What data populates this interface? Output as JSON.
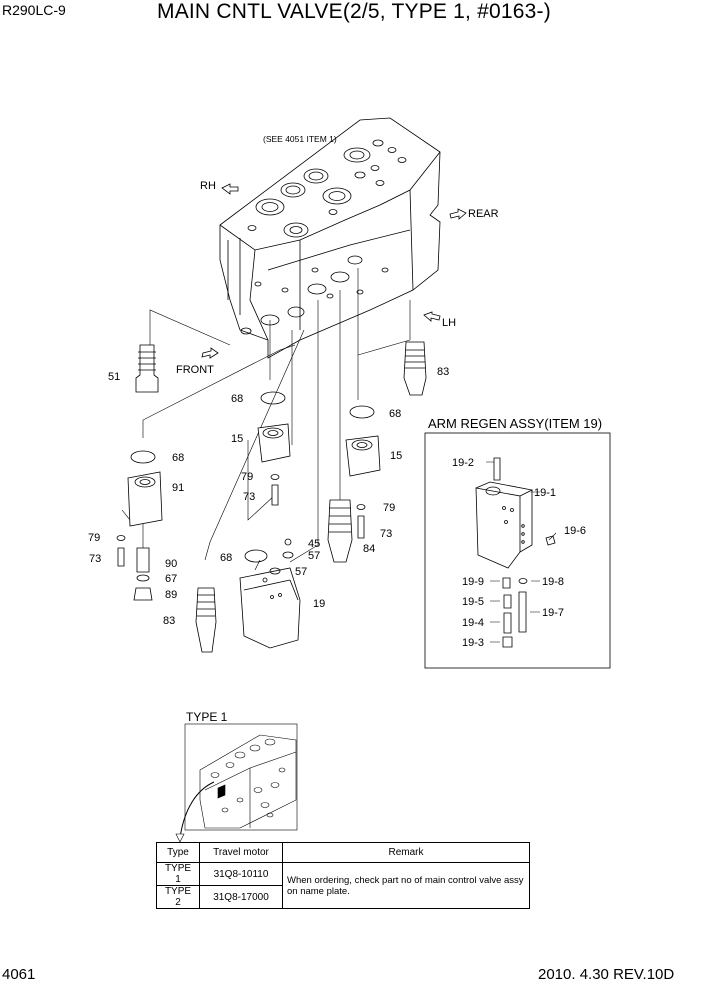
{
  "header": {
    "model": "R290LC-9",
    "title": "MAIN CNTL VALVE(2/5, TYPE 1, #0163-)"
  },
  "footer": {
    "page": "4061",
    "date_rev": "2010. 4.30  REV.10D"
  },
  "diagram": {
    "see_note": "(SEE 4051 ITEM 1)",
    "directions": {
      "rh": "RH",
      "rear": "REAR",
      "lh": "LH",
      "front": "FRONT"
    },
    "callouts": {
      "c51": "51",
      "c83a": "83",
      "c68a": "68",
      "c68b": "68",
      "c15a": "15",
      "c15b": "15",
      "c79a": "79",
      "c73a": "73",
      "c68c": "68",
      "c91": "91",
      "c79b": "79",
      "c73b": "73",
      "c90": "90",
      "c67": "67",
      "c89": "89",
      "c83b": "83",
      "c68d": "68",
      "c57a": "57",
      "c19": "19",
      "c45": "45",
      "c57b": "57",
      "c79c": "79",
      "c73c": "73",
      "c84": "84"
    },
    "arm_regen": {
      "title": "ARM REGEN ASSY(ITEM 19)",
      "items": {
        "i192": "19-2",
        "i191": "19-1",
        "i196": "19-6",
        "i199": "19-9",
        "i198": "19-8",
        "i195": "19-5",
        "i197": "19-7",
        "i194": "19-4",
        "i193": "19-3"
      }
    }
  },
  "type_section": {
    "label": "TYPE 1",
    "table": {
      "headers": [
        "Type",
        "Travel motor",
        "Remark"
      ],
      "rows": [
        {
          "type": "TYPE 1",
          "motor": "31Q8-10110"
        },
        {
          "type": "TYPE 2",
          "motor": "31Q8-17000"
        }
      ],
      "remark": "When ordering, check part no of main control valve assy on name plate."
    }
  }
}
